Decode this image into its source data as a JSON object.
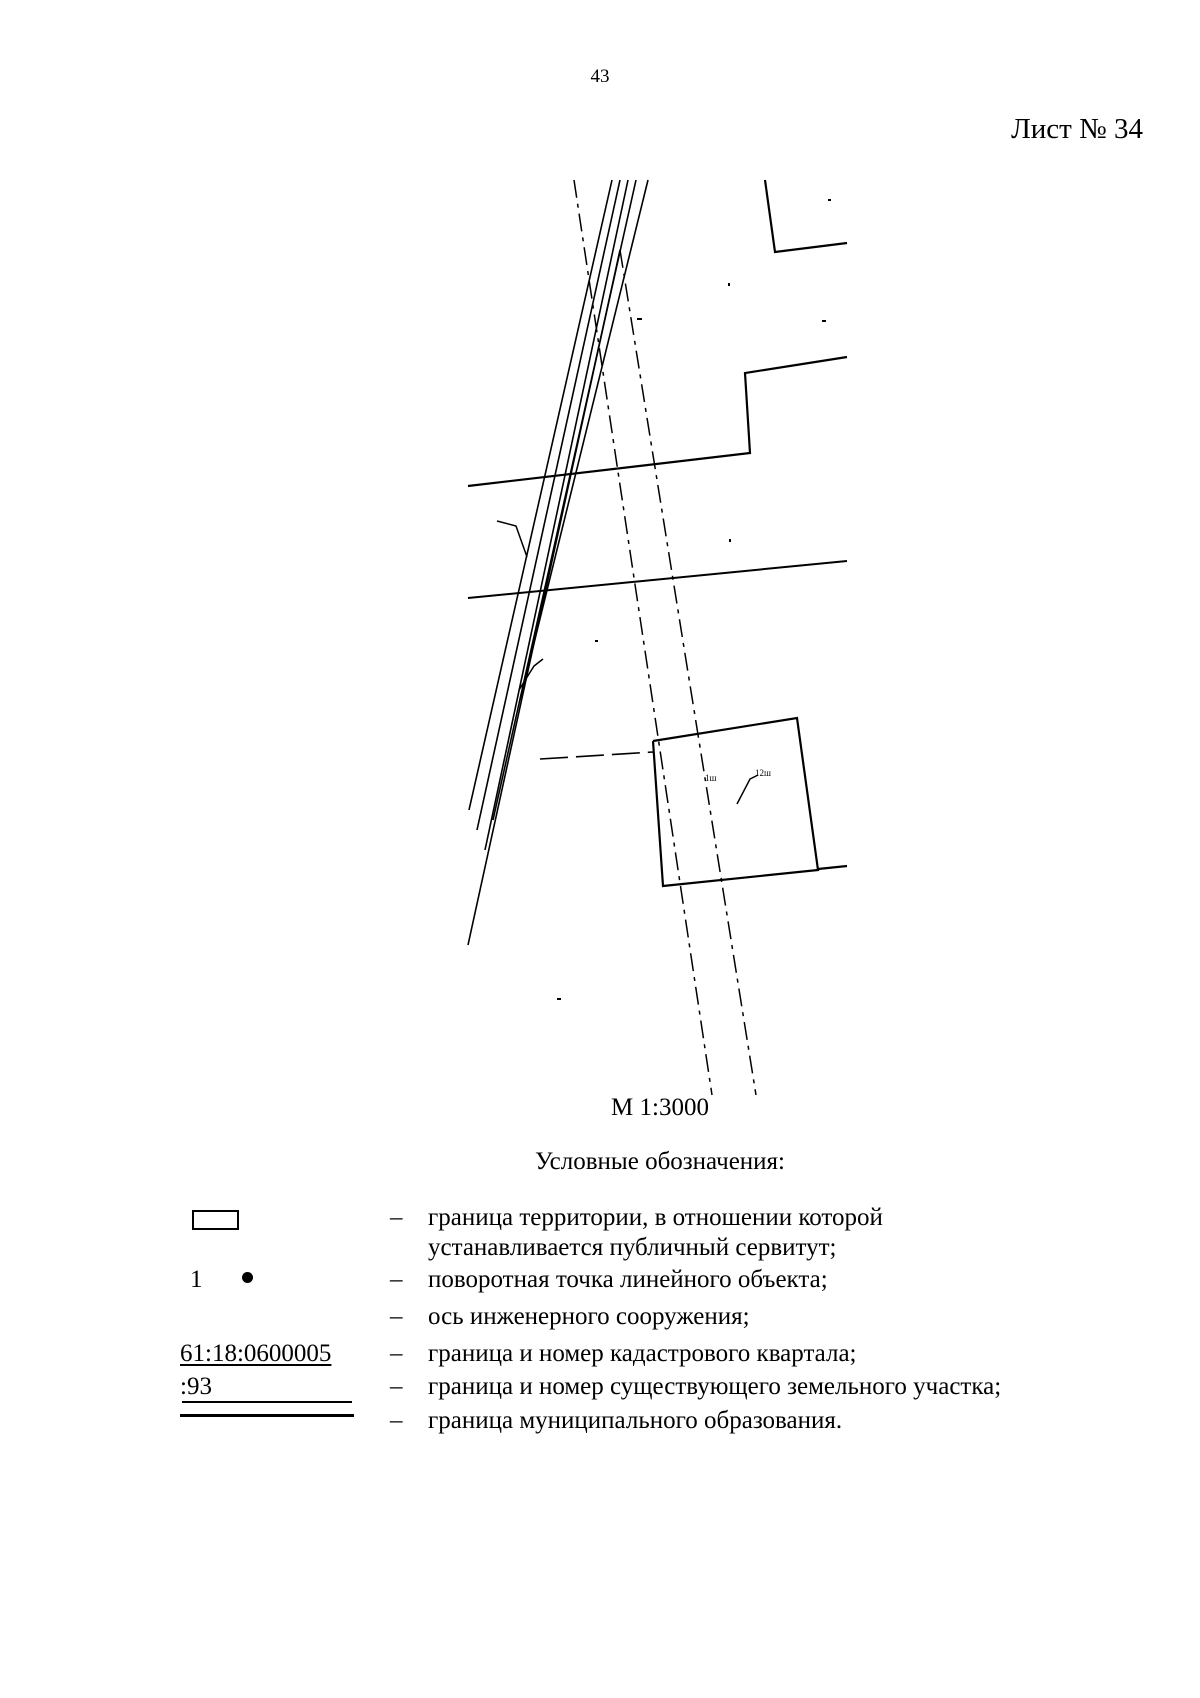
{
  "header": {
    "page_number": "43",
    "sheet_label": "Лист № 34"
  },
  "map": {
    "scale": "М 1:3000",
    "labels": {
      "point_a": "1ш",
      "point_b": "12ш"
    }
  },
  "legend": {
    "title": "Условные обозначения:",
    "items": [
      {
        "symbol": "rectangle",
        "dash": "–",
        "text_line1": "граница территории, в отношении которой",
        "text_line2": "устанавливается публичный сервитут;"
      },
      {
        "symbol": "point",
        "symbol_text": "1",
        "dash": "–",
        "text": "поворотная точка линейного объекта;"
      },
      {
        "symbol": "axis",
        "dash": "–",
        "text": "ось инженерного сооружения;"
      },
      {
        "symbol": "cadastral",
        "symbol_text": "61:18:0600005",
        "dash": "–",
        "text": "граница и номер кадастрового квартала;"
      },
      {
        "symbol": "parcel",
        "symbol_text": ":93",
        "dash": "–",
        "text": "граница и номер существующего земельного участка;"
      },
      {
        "symbol": "municipal",
        "dash": "–",
        "text": "граница муниципального образования."
      }
    ]
  }
}
